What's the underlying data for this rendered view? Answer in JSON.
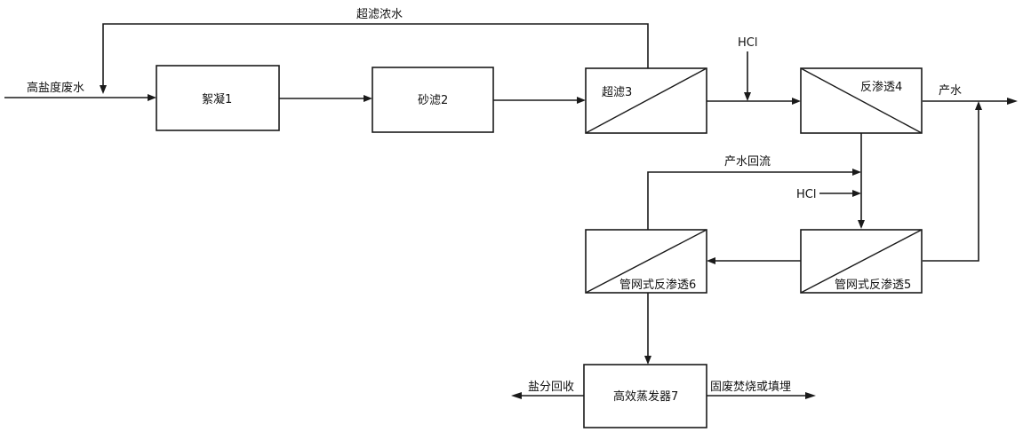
{
  "labels": {
    "feed": "高盐度废水",
    "uf_concentrate": "超滤浓水",
    "coag": "絮凝1",
    "sand": "砂滤2",
    "uf": "超滤3",
    "hcl_top": "HCl",
    "ro": "反渗透4",
    "product": "产水",
    "recycle": "产水回流",
    "hcl_mid": "HCl",
    "ro5": "管网式反渗透5",
    "ro6": "管网式反渗透6",
    "evap": "高效蒸发器7",
    "salt": "盐分回收",
    "waste": "固废焚烧或填埋"
  },
  "colors": {
    "line": "#1a1a1a",
    "text": "#111111",
    "background": "#ffffff"
  }
}
